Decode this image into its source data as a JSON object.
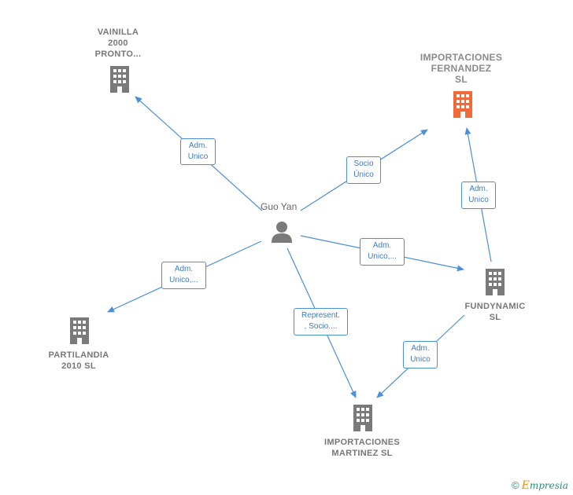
{
  "nodes": {
    "person": {
      "name": "Guo Yan",
      "icon": "person-icon"
    },
    "vainilla": {
      "label": "VAINILLA\n2000\nPRONTO...",
      "icon": "building-icon"
    },
    "fernandez": {
      "label": "IMPORTACIONES\nFERNANDEZ\nSL",
      "icon": "building-icon",
      "color": "#f26a3a"
    },
    "partilandia": {
      "label": "PARTILANDIA\n2010 SL",
      "icon": "building-icon"
    },
    "fundynamic": {
      "label": "FUNDYNAMIC\nSL",
      "icon": "building-icon"
    },
    "martinez": {
      "label": "IMPORTACIONES\nMARTINEZ  SL",
      "icon": "building-icon"
    }
  },
  "edges": {
    "vainilla": "Adm.\nUnico",
    "fernandez": "Socio\nÚnico",
    "partilandia": "Adm.\nUnico,...",
    "fundynamic": "Adm.\nUnico,...",
    "martinez": "Represent.\n, Socio....",
    "fund_fernandez": "Adm.\nUnico",
    "fund_martinez": "Adm.\nUnico"
  },
  "colors": {
    "building": "#7a7a7a",
    "highlight": "#f26a3a",
    "edge": "#4a8fd8"
  },
  "footer": {
    "copyright": "©",
    "brand_initial": "E",
    "brand_rest": "mpresia"
  }
}
